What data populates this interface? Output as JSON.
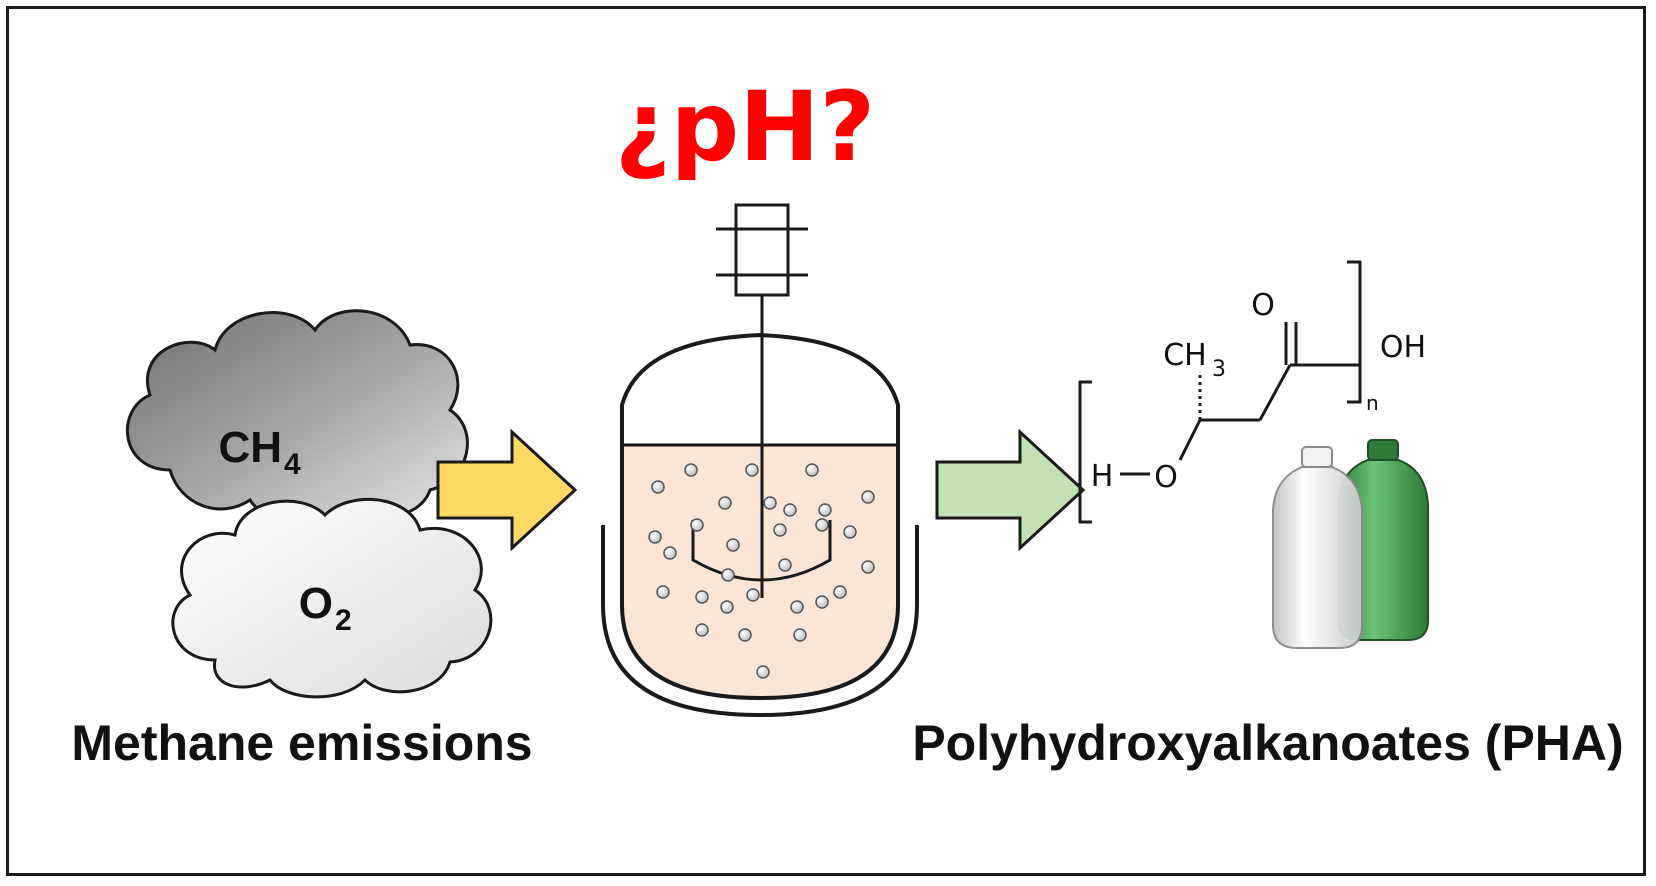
{
  "title": "¿pH?",
  "captions": {
    "left": "Methane emissions",
    "right": "Polyhydroxyalkanoates (PHA)"
  },
  "gases": {
    "methane": {
      "base": "CH",
      "sub": "4"
    },
    "oxygen": {
      "base": "O",
      "sub": "2"
    }
  },
  "structure": {
    "methyl": {
      "base": "CH",
      "sub": "3"
    },
    "carbonyl_o": "O",
    "hydroxyl": "OH",
    "ether_o": "O",
    "hydrogen": "H",
    "repeat": "n"
  },
  "colors": {
    "title": "#ff0000",
    "feed_arrow": "#ffd966",
    "product_arrow": "#c5e0b4",
    "broth": "#fbe5d6",
    "methane_cloud": "#7f7f7f",
    "oxygen_cloud": "#ffffff",
    "bottle_clear": "#f2f2f2",
    "bottle_green": "#3d9a4a"
  },
  "icons": [
    "methane-cloud",
    "oxygen-cloud",
    "bioreactor-icon",
    "plastic-bottles-icon"
  ]
}
